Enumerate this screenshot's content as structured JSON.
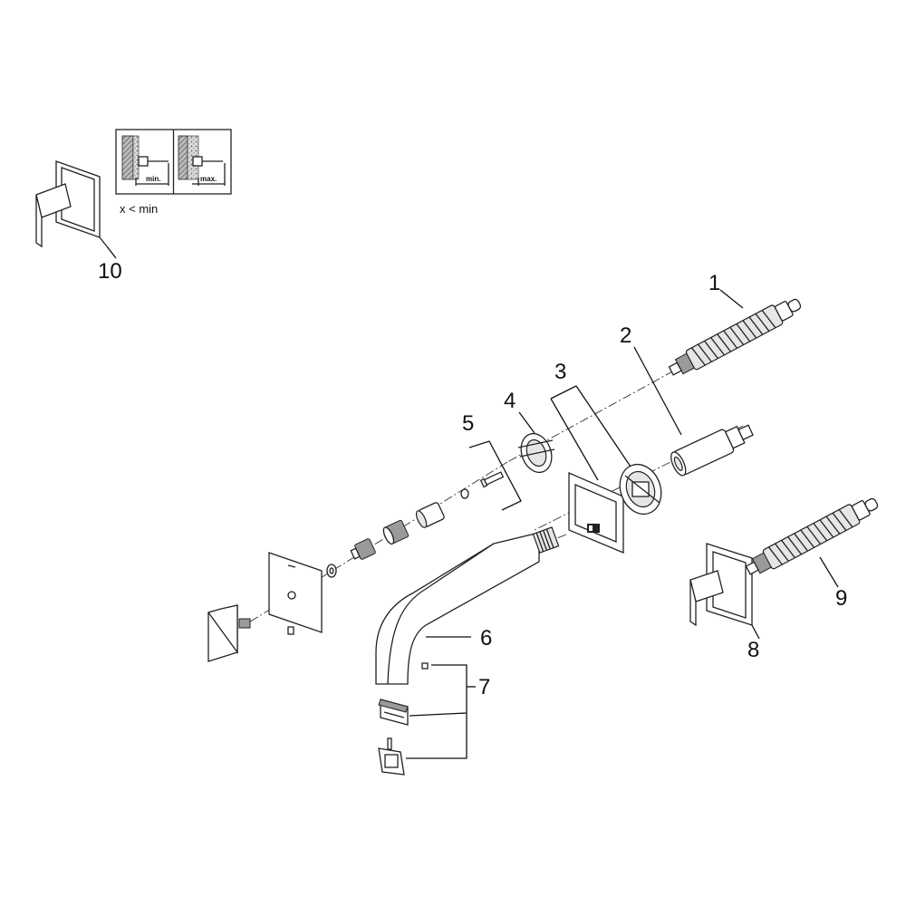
{
  "parts": [
    {
      "id": "part-1",
      "label": "1"
    },
    {
      "id": "part-2",
      "label": "2"
    },
    {
      "id": "part-3",
      "label": "3"
    },
    {
      "id": "part-4",
      "label": "4"
    },
    {
      "id": "part-5",
      "label": "5"
    },
    {
      "id": "part-6",
      "label": "6"
    },
    {
      "id": "part-7",
      "label": "7"
    },
    {
      "id": "part-8",
      "label": "8"
    },
    {
      "id": "part-9",
      "label": "9"
    },
    {
      "id": "part-10",
      "label": "10"
    }
  ],
  "inset": {
    "min_label": "min.",
    "max_label": "max.",
    "caption": "x < min"
  },
  "colors": {
    "line": "#222222",
    "background": "#ffffff"
  }
}
